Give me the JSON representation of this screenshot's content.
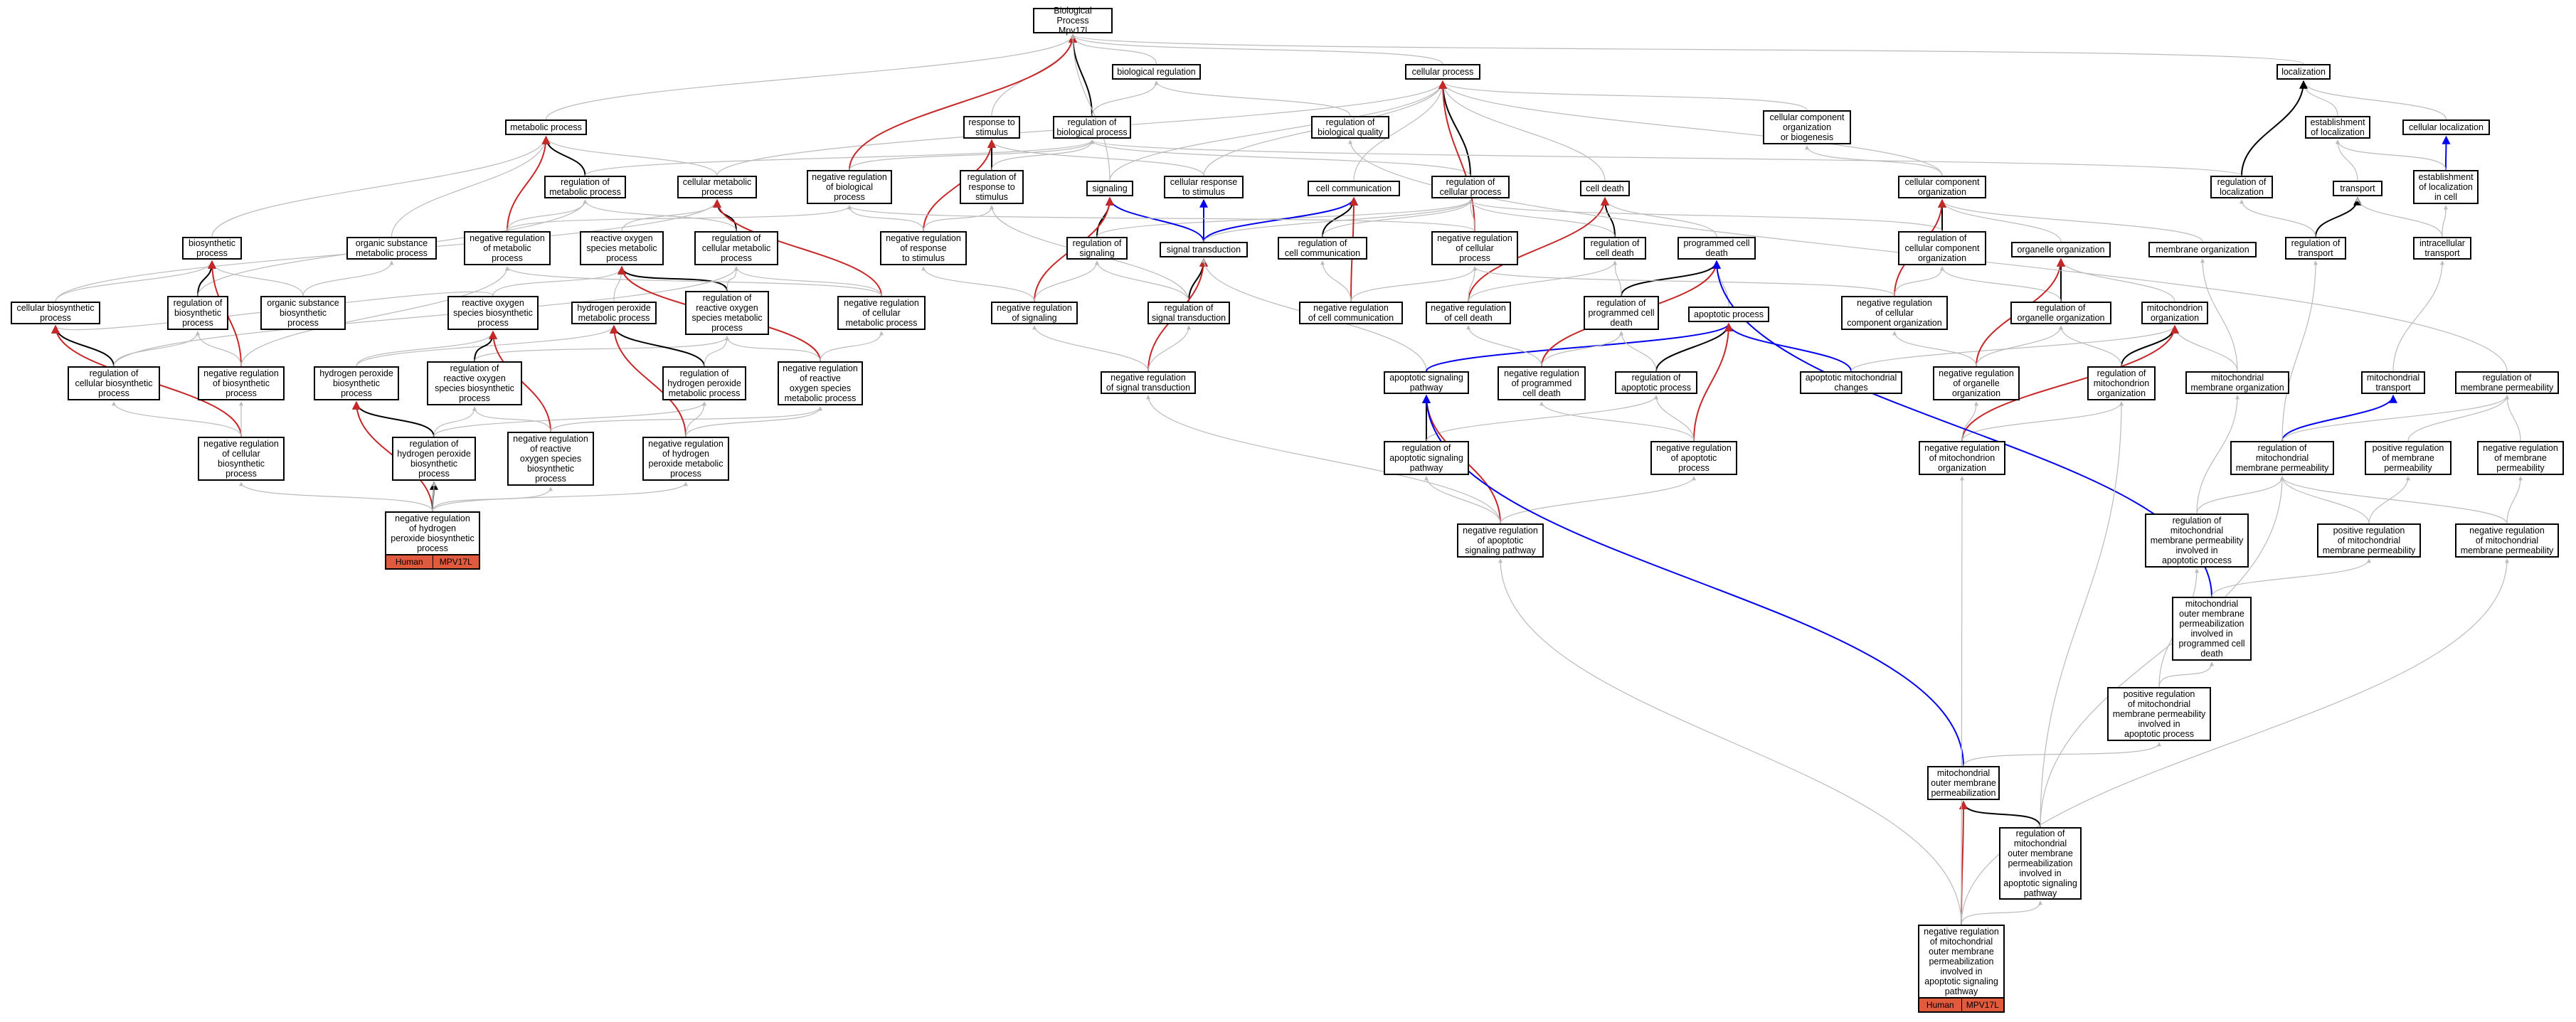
{
  "colors": {
    "is_a": "#bbbbbb",
    "part_of": "#000000",
    "negatively_regulates": "#c62828",
    "positively_regulates": "#0000ee",
    "species_tag": "#e05a3e"
  },
  "nodes": {
    "bp": "Biological Process\nMpv17l",
    "biological_regulation": "biological regulation",
    "cellular_process": "cellular process",
    "localization": "localization",
    "metabolic_process": "metabolic process",
    "response_to_stimulus": "response to\nstimulus",
    "regulation_of_biological_process": "regulation of\nbiological process",
    "regulation_of_biological_quality": "regulation of\nbiological quality",
    "cellular_component_organization_or_biogenesis": "cellular component\norganization\nor biogenesis",
    "establishment_of_localization": "establishment\nof localization",
    "cellular_localization": "cellular localization",
    "regulation_of_metabolic_process": "regulation of\nmetabolic process",
    "cellular_metabolic_process": "cellular metabolic\nprocess",
    "negative_regulation_of_biological_process": "negative regulation\nof biological\nprocess",
    "regulation_of_response_to_stimulus": "regulation of\nresponse to\nstimulus",
    "signaling": "signaling",
    "cellular_response_to_stimulus": "cellular response\nto stimulus",
    "cell_communication": "cell communication",
    "regulation_of_cellular_process": "regulation of\ncellular process",
    "cell_death": "cell death",
    "cellular_component_organization": "cellular component\norganization",
    "regulation_of_localization": "regulation of\nlocalization",
    "transport": "transport",
    "establishment_of_localization_in_cell": "establishment\nof localization\nin cell",
    "biosynthetic_process": "biosynthetic\nprocess",
    "organic_substance_metabolic_process": "organic substance\nmetabolic process",
    "negative_regulation_of_metabolic_process": "negative regulation\nof metabolic\nprocess",
    "reactive_oxygen_species_metabolic_process": "reactive oxygen\nspecies metabolic\nprocess",
    "regulation_of_cellular_metabolic_process": "regulation of\ncellular metabolic\nprocess",
    "negative_regulation_of_response_to_stimulus": "negative regulation\nof response\nto stimulus",
    "regulation_of_signaling": "regulation of\nsignaling",
    "signal_transduction": "signal transduction",
    "regulation_of_cell_communication": "regulation of\ncell communication",
    "negative_regulation_of_cellular_process": "negative regulation\nof cellular\nprocess",
    "regulation_of_cell_death": "regulation of\ncell death",
    "programmed_cell_death": "programmed cell\ndeath",
    "regulation_of_cellular_component_organization": "regulation of\ncellular component\norganization",
    "organelle_organization": "organelle organization",
    "membrane_organization": "membrane organization",
    "regulation_of_transport": "regulation of\ntransport",
    "intracellular_transport": "intracellular\ntransport",
    "cellular_biosynthetic_process": "cellular biosynthetic\nprocess",
    "regulation_of_biosynthetic_process": "regulation of\nbiosynthetic\nprocess",
    "organic_substance_biosynthetic_process": "organic substance\nbiosynthetic\nprocess",
    "reactive_oxygen_species_biosynthetic_process": "reactive oxygen\nspecies biosynthetic\nprocess",
    "hydrogen_peroxide_metabolic_process": "hydrogen peroxide\nmetabolic process",
    "regulation_of_reactive_oxygen_species_metabolic_process": "regulation of\nreactive oxygen\nspecies metabolic\nprocess",
    "negative_regulation_of_cellular_metabolic_process": "negative regulation\nof cellular\nmetabolic process",
    "negative_regulation_of_signaling": "negative regulation\nof signaling",
    "regulation_of_signal_transduction": "regulation of\nsignal transduction",
    "negative_regulation_of_cell_communication": "negative regulation\nof cell communication",
    "negative_regulation_of_cell_death": "negative regulation\nof cell death",
    "regulation_of_programmed_cell_death": "regulation of\nprogrammed cell\ndeath",
    "apoptotic_process": "apoptotic process",
    "negative_regulation_of_cellular_component_organization": "negative regulation\nof cellular\ncomponent organization",
    "regulation_of_organelle_organization": "regulation of\norganelle organization",
    "mitochondrion_organization": "mitochondrion\norganization",
    "regulation_of_cellular_biosynthetic_process": "regulation of\ncellular biosynthetic\nprocess",
    "negative_regulation_of_biosynthetic_process": "negative regulation\nof biosynthetic\nprocess",
    "hydrogen_peroxide_biosynthetic_process": "hydrogen peroxide\nbiosynthetic\nprocess",
    "regulation_of_reactive_oxygen_species_biosynthetic_process": "regulation of\nreactive oxygen\nspecies biosynthetic\nprocess",
    "regulation_of_hydrogen_peroxide_metabolic_process": "regulation of\nhydrogen peroxide\nmetabolic process",
    "negative_regulation_of_reactive_oxygen_species_metabolic_process": "negative regulation\nof reactive\noxygen species\nmetabolic process",
    "negative_regulation_of_signal_transduction": "negative regulation\nof signal transduction",
    "apoptotic_signaling_pathway": "apoptotic signaling\npathway",
    "negative_regulation_of_programmed_cell_death": "negative regulation\nof programmed\ncell death",
    "regulation_of_apoptotic_process": "regulation of\napoptotic process",
    "apoptotic_mitochondrial_changes": "apoptotic mitochondrial\nchanges",
    "negative_regulation_of_organelle_organization": "negative regulation\nof organelle\norganization",
    "regulation_of_mitochondrion_organization": "regulation of\nmitochondrion\norganization",
    "mitochondrial_membrane_organization": "mitochondrial\nmembrane organization",
    "mitochondrial_transport": "mitochondrial\ntransport",
    "regulation_of_membrane_permeability": "regulation of\nmembrane permeability",
    "negative_regulation_of_cellular_biosynthetic_process": "negative regulation\nof cellular\nbiosynthetic\nprocess",
    "regulation_of_hydrogen_peroxide_biosynthetic_process": "regulation of\nhydrogen peroxide\nbiosynthetic\nprocess",
    "negative_regulation_of_reactive_oxygen_species_biosynthetic_process": "negative regulation\nof reactive\noxygen species\nbiosynthetic\nprocess",
    "negative_regulation_of_hydrogen_peroxide_metabolic_process": "negative regulation\nof hydrogen\nperoxide metabolic\nprocess",
    "regulation_of_apoptotic_signaling_pathway": "regulation of\napoptotic signaling\npathway",
    "negative_regulation_of_apoptotic_process": "negative regulation\nof apoptotic\nprocess",
    "negative_regulation_of_mitochondrion_organization": "negative regulation\nof mitochondrion\norganization",
    "regulation_of_mitochondrial_membrane_permeability": "regulation of\nmitochondrial\nmembrane permeability",
    "positive_regulation_of_membrane_permeability": "positive regulation\nof membrane\npermeability",
    "negative_regulation_of_membrane_permeability": "negative regulation\nof membrane\npermeability",
    "negative_regulation_of_hydrogen_peroxide_biosynthetic_process": "negative regulation\nof hydrogen\nperoxide biosynthetic\nprocess",
    "negative_regulation_of_apoptotic_signaling_pathway": "negative regulation\nof apoptotic\nsignaling pathway",
    "regulation_of_mitochondrial_membrane_permeability_involved_in_apoptotic_process": "regulation of\nmitochondrial\nmembrane permeability\ninvolved in\napoptotic process",
    "positive_regulation_of_mitochondrial_membrane_permeability": "positive regulation\nof mitochondrial\nmembrane permeability",
    "negative_regulation_of_mitochondrial_membrane_permeability": "negative regulation\nof mitochondrial\nmembrane permeability",
    "mitochondrial_outer_membrane_permeabilization_involved_in_programmed_cell_death": "mitochondrial\nouter membrane\npermeabilization\ninvolved in\nprogrammed cell\ndeath",
    "positive_regulation_of_mitochondrial_membrane_permeability_involved_in_apoptotic_process": "positive regulation\nof mitochondrial\nmembrane permeability\ninvolved in\napoptotic process",
    "mitochondrial_outer_membrane_permeabilization": "mitochondrial\nouter membrane\npermeabilization",
    "regulation_of_mitochondrial_outer_membrane_permeabilization_involved_in_apoptotic_signaling_pathway": "regulation of\nmitochondrial\nouter membrane\npermeabilization\ninvolved in\napoptotic signaling\npathway",
    "negative_regulation_of_mitochondrial_outer_membrane_permeabilization_involved_in_apoptotic_signaling_pathway": "negative regulation\nof mitochondrial\nouter membrane\npermeabilization\ninvolved in\napoptotic signaling\npathway"
  },
  "tags": {
    "hp": {
      "species": "Human",
      "gene": "MPV17L"
    },
    "momp": {
      "species": "Human",
      "gene": "MPV17L"
    }
  }
}
